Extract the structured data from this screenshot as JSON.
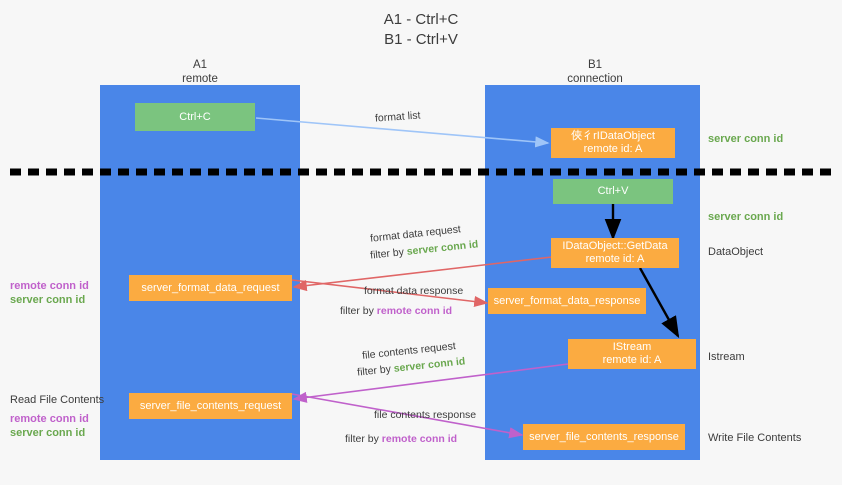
{
  "title": {
    "line1": "A1 - Ctrl+C",
    "line2": "B1 - Ctrl+V"
  },
  "lanes": [
    {
      "name": "A1",
      "sub": "remote"
    },
    {
      "name": "B1",
      "sub": "connection"
    }
  ],
  "boxes": {
    "ctrl_c": {
      "line1": "Ctrl+C"
    },
    "ole_dataobject": {
      "line1": "俠彳rIDataObject",
      "line2": "remote id: A"
    },
    "ctrl_v": {
      "line1": "Ctrl+V"
    },
    "getdata": {
      "line1": "IDataObject::GetData",
      "line2": "remote id: A"
    },
    "istream": {
      "line1": "IStream",
      "line2": "remote id: A"
    },
    "server_format_data_request": {
      "line1": "server_format_data_request"
    },
    "server_format_data_response": {
      "line1": "server_format_data_response"
    },
    "server_file_contents_request": {
      "line1": "server_file_contents_request"
    },
    "server_file_contents_response": {
      "line1": "server_file_contents_response"
    }
  },
  "annotations": {
    "format_list": "format list",
    "format_data_request": "format data request",
    "format_data_request_filter_prefix": "filter by ",
    "format_data_request_filter_value": "server conn id",
    "format_data_response": "format data response",
    "format_data_response_filter_prefix": "filter by ",
    "format_data_response_filter_value": "remote conn id",
    "file_contents_request": "file contents request",
    "file_contents_request_filter_prefix": "filter by ",
    "file_contents_request_filter_value": "server conn id",
    "file_contents_response": "file contents response",
    "file_contents_response_filter_prefix": "filter by ",
    "file_contents_response_filter_value": "remote conn id"
  },
  "side_labels": {
    "right_server_conn_id_top": "server conn id",
    "right_server_conn_id_mid": "server conn id",
    "right_dataobject": "DataObject",
    "right_istream": "Istream",
    "right_write_file_contents": "Write File Contents",
    "left_remote_conn_id_1": "remote conn id",
    "left_server_conn_id_1": "server conn id",
    "left_read_file_contents": "Read File Contents",
    "left_remote_conn_id_2": "remote conn id",
    "left_server_conn_id_2": "server conn id"
  },
  "colors": {
    "lane": "#4a86e8",
    "green_box": "#7bc47f",
    "orange_box": "#fbab41",
    "green_text": "#6aa84f",
    "magenta_text": "#c061cb",
    "arrow_light_blue": "#9fc5f8",
    "arrow_red": "#e06666",
    "arrow_magenta": "#c061cb",
    "arrow_black": "#000000",
    "background": "#f7f7f7"
  }
}
